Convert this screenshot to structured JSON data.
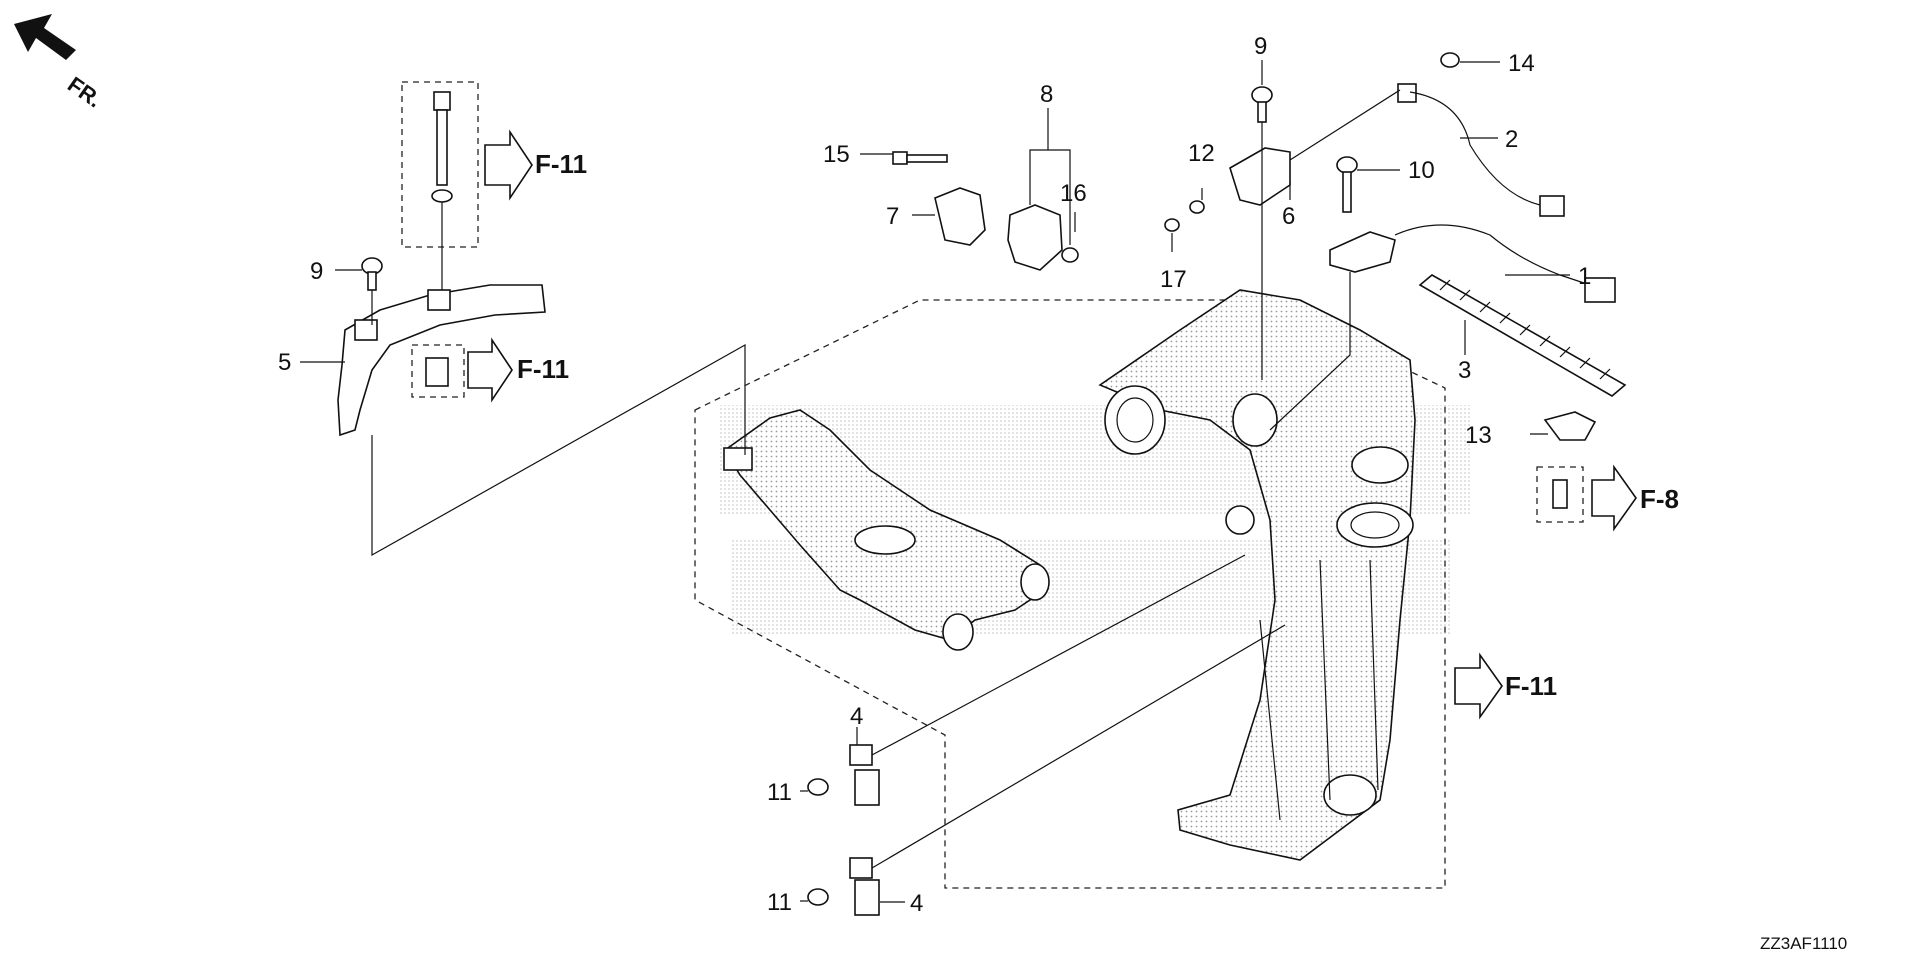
{
  "orientation": {
    "label": "FR."
  },
  "callouts": {
    "p1": "1",
    "p2": "2",
    "p3": "3",
    "p4a": "4",
    "p4b": "4",
    "p5": "5",
    "p6": "6",
    "p7": "7",
    "p8": "8",
    "p9a": "9",
    "p9b": "9",
    "p10": "10",
    "p11a": "11",
    "p11b": "11",
    "p12": "12",
    "p13": "13",
    "p14": "14",
    "p15": "15",
    "p16": "16",
    "p17": "17"
  },
  "references": {
    "f11_top": "F-11",
    "f11_mid": "F-11",
    "f11_right": "F-11",
    "f8": "F-8"
  },
  "diagram_code": "ZZ3AF1110"
}
